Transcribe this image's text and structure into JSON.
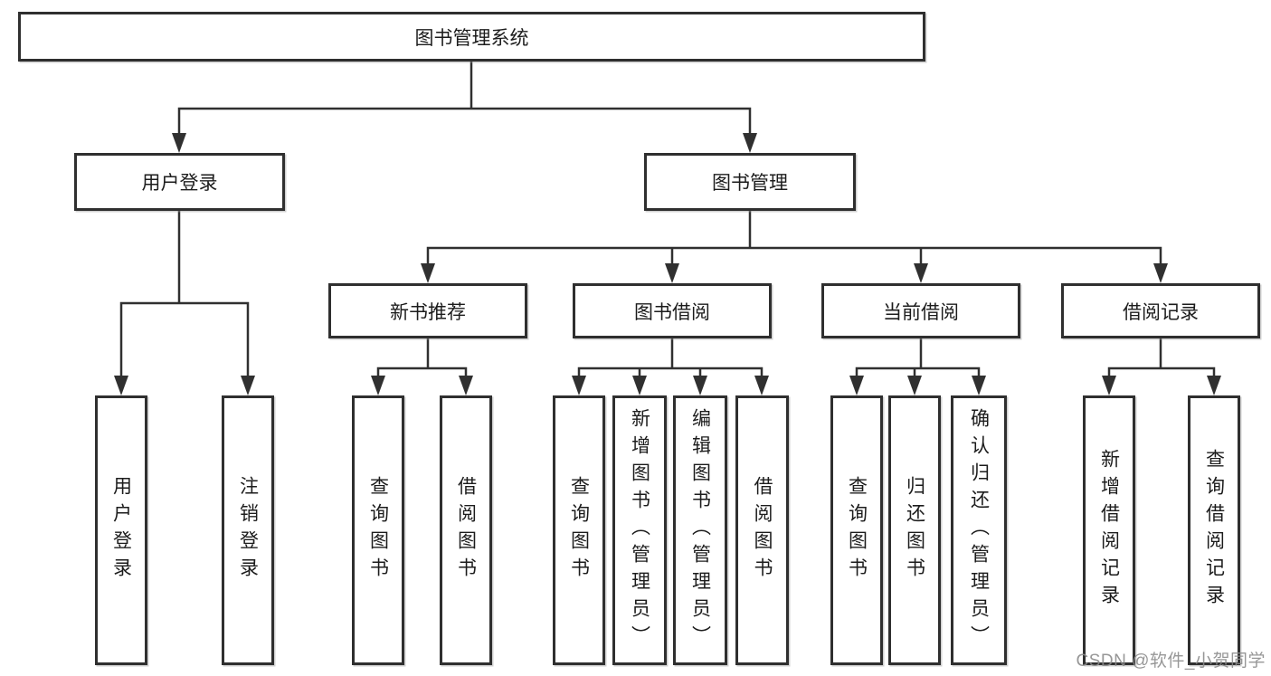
{
  "nodes": {
    "root": {
      "label": "图书管理系统"
    },
    "user_login": {
      "label": "用户登录"
    },
    "book_mgmt": {
      "label": "图书管理"
    },
    "new_book_rec": {
      "label": "新书推荐"
    },
    "book_borrow": {
      "label": "图书借阅"
    },
    "current_borrow": {
      "label": "当前借阅"
    },
    "borrow_record": {
      "label": "借阅记录"
    },
    "ul_login": {
      "label": "用户登录"
    },
    "ul_logout": {
      "label": "注销登录"
    },
    "nbr_query": {
      "label": "查询图书"
    },
    "nbr_borrow": {
      "label": "借阅图书"
    },
    "bb_query": {
      "label": "查询图书"
    },
    "bb_add": {
      "label": "新增图书（管理员）"
    },
    "bb_edit": {
      "label": "编辑图书（管理员）"
    },
    "bb_borrow": {
      "label": "借阅图书"
    },
    "cb_query": {
      "label": "查询图书"
    },
    "cb_return": {
      "label": "归还图书"
    },
    "cb_confirm": {
      "label": "确认归还（管理员）"
    },
    "br_add": {
      "label": "新增借阅记录"
    },
    "br_query": {
      "label": "查询借阅记录"
    }
  },
  "edges": [
    {
      "from": "图书管理系统",
      "to": [
        "用户登录",
        "图书管理"
      ]
    },
    {
      "from": "用户登录",
      "to": [
        "用户登录",
        "注销登录"
      ]
    },
    {
      "from": "图书管理",
      "to": [
        "新书推荐",
        "图书借阅",
        "当前借阅",
        "借阅记录"
      ]
    },
    {
      "from": "新书推荐",
      "to": [
        "查询图书",
        "借阅图书"
      ]
    },
    {
      "from": "图书借阅",
      "to": [
        "查询图书",
        "新增图书（管理员）",
        "编辑图书（管理员）",
        "借阅图书"
      ]
    },
    {
      "from": "当前借阅",
      "to": [
        "查询图书",
        "归还图书",
        "确认归还（管理员）"
      ]
    },
    {
      "from": "借阅记录",
      "to": [
        "新增借阅记录",
        "查询借阅记录"
      ]
    }
  ],
  "watermark": {
    "text": "CSDN @软件_小贺同学"
  },
  "colors": {
    "line": "#303030",
    "border": "#2f2f2f",
    "text": "#1c1c1c",
    "watermark": "#8c8c8c",
    "background": "#ffffff"
  }
}
